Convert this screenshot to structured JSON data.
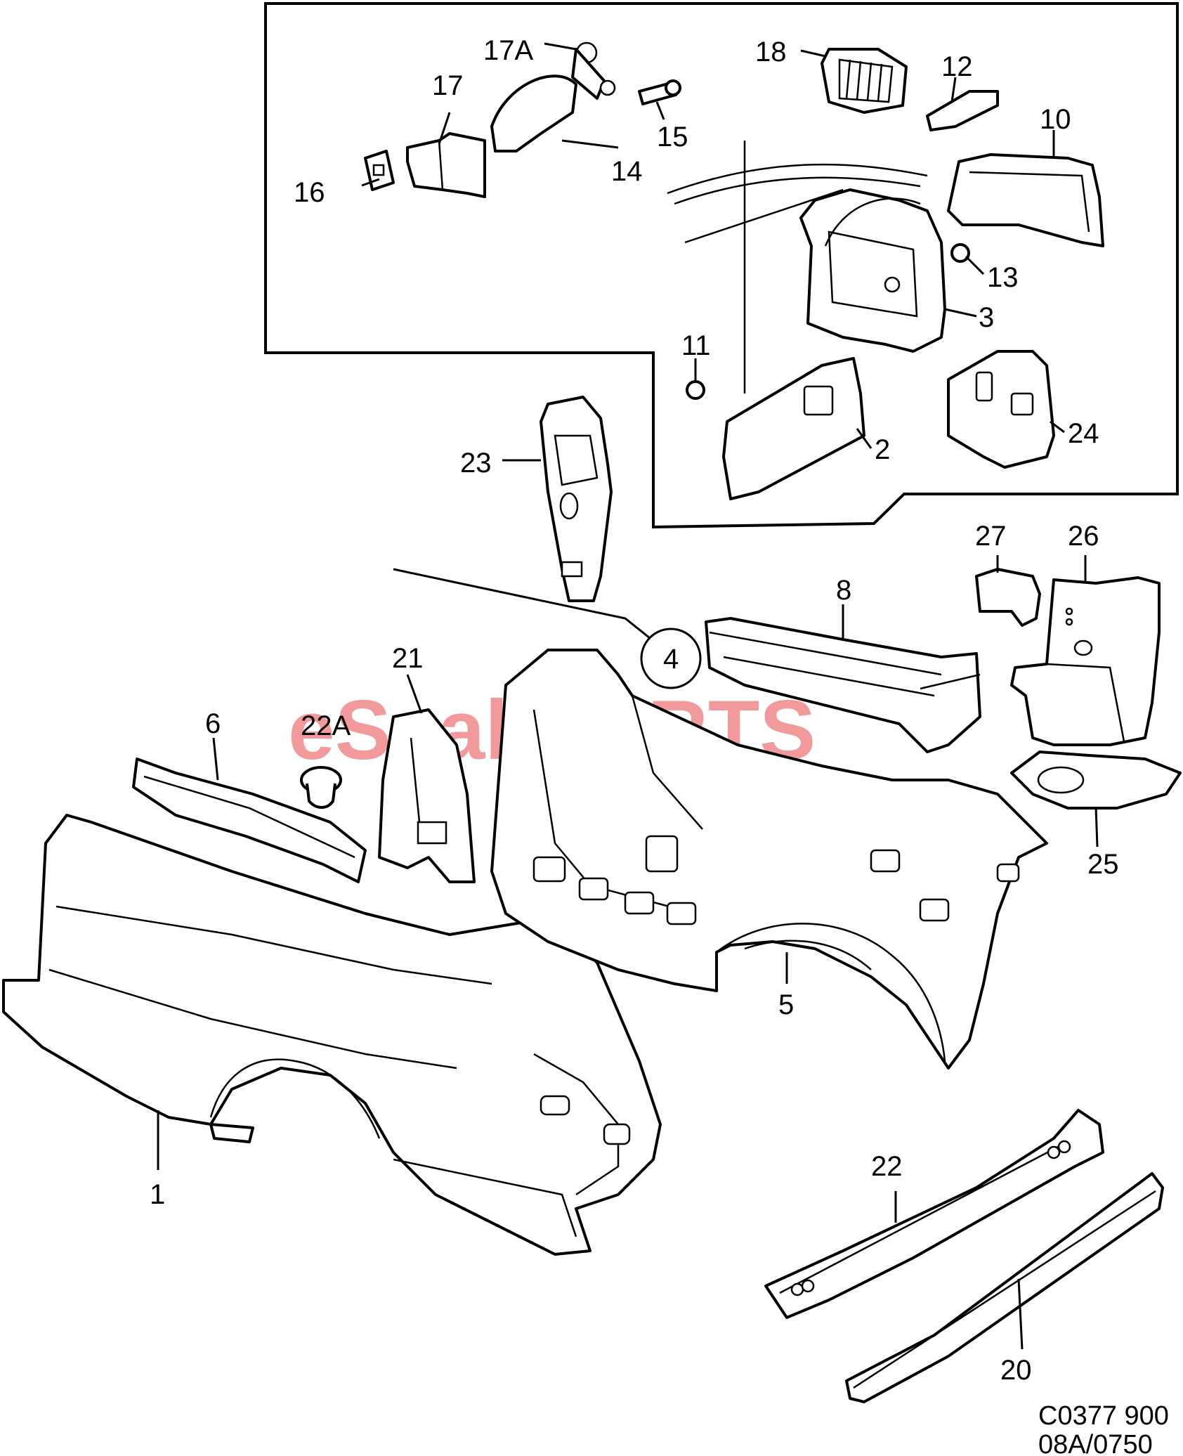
{
  "watermark": "eSaabPARTS",
  "part_labels": [
    "1",
    "2",
    "3",
    "4",
    "5",
    "6",
    "8",
    "10",
    "11",
    "12",
    "13",
    "14",
    "15",
    "16",
    "17",
    "17A",
    "18",
    "20",
    "21",
    "22",
    "22A",
    "23",
    "24",
    "25",
    "26",
    "27"
  ],
  "drawing_code": "C0377 900",
  "drawing_sheet": "08A/0750",
  "colors": {
    "line": "#000000",
    "watermark": "#e9474a",
    "background": "#ffffff"
  }
}
